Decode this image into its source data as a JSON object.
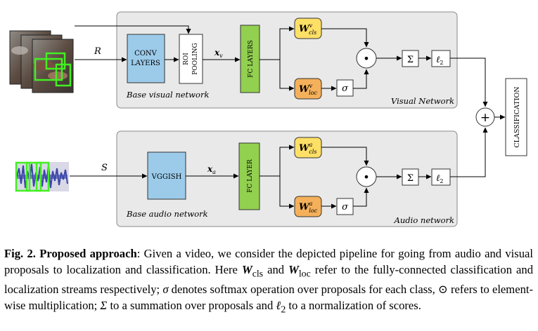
{
  "diagram": {
    "visual": {
      "input_symbol": "R",
      "conv_label_1": "CONV",
      "conv_label_2": "LAYERS",
      "roi_label_1": "ROI",
      "roi_label_2": "POOLING",
      "feature_symbol": "x",
      "feature_sub": "v",
      "fc_label": "FC LAYERS",
      "w_cls_sup": "v",
      "w_cls_sub": "cls",
      "w_loc_sup": "v",
      "w_loc_sub": "loc",
      "softmax_symbol": "σ",
      "mult_symbol": "•",
      "sum_symbol": "Σ",
      "norm_symbol": "ℓ",
      "norm_sub": "2",
      "base_label": "Base visual network",
      "panel_label": "Visual Network"
    },
    "audio": {
      "input_symbol": "S",
      "vggish_label": "VGGISH",
      "feature_symbol": "x",
      "feature_sub": "a",
      "fc_label": "FC LAYER",
      "w_cls_sup": "a",
      "w_cls_sub": "cls",
      "w_loc_sup": "a",
      "w_loc_sub": "loc",
      "softmax_symbol": "σ",
      "mult_symbol": "•",
      "sum_symbol": "Σ",
      "norm_symbol": "ℓ",
      "norm_sub": "2",
      "base_label": "Base audio network",
      "panel_label": "Audio network"
    },
    "weight_letter": "W",
    "plus_symbol": "+",
    "classification_label": "CLASSIFICATION",
    "colors": {
      "panel_fill": "#e9e9e9",
      "conv_fill": "#9ccbea",
      "fc_fill": "#92d050",
      "w_cls_fill": "#ffe066",
      "w_loc_fill": "#f4b05a",
      "proposal_green": "#44ee22"
    }
  },
  "caption": {
    "fig_label": "Fig. 2.",
    "title": "Proposed approach",
    "t1": ": Given a video, we consider the depicted pipeline for going from audio and visual proposals to localization and classification. Here ",
    "w1": "W",
    "w1_sub": "cls",
    "t2": " and ",
    "w2": "W",
    "w2_sub": "loc",
    "t3": " refer to the fully-connected classification and localization streams respectively; ",
    "sigma": "σ",
    "t4": " denotes softmax operation over proposals for each class, ",
    "odot": "⊙",
    "t5": " refers to element-wise multiplication; ",
    "Sigma": "Σ",
    "t6": " to a summation over proposals and ",
    "ell": "ℓ",
    "ell_sub": "2",
    "t7": " to a normalization of scores."
  }
}
